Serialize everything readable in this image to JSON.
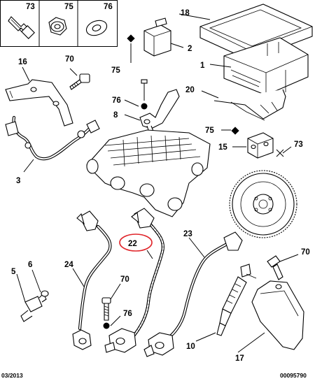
{
  "header": {
    "labels": [
      "73",
      "75",
      "76"
    ]
  },
  "callouts": {
    "c18": "18",
    "c2": "2",
    "c75a": "75",
    "c1": "1",
    "c16": "16",
    "c70a": "70",
    "c76a": "76",
    "c8": "8",
    "c20": "20",
    "c75b": "75",
    "c15": "15",
    "c73": "73",
    "c3": "3",
    "c22": "22",
    "c23": "23",
    "c24": "24",
    "c5": "5",
    "c6": "6",
    "c70b": "70",
    "c76b": "76",
    "c70c": "70",
    "c10": "10",
    "c17": "17"
  },
  "footer": {
    "date": "03/2013",
    "reference": "00095790"
  },
  "highlight_color": "#e0262b"
}
